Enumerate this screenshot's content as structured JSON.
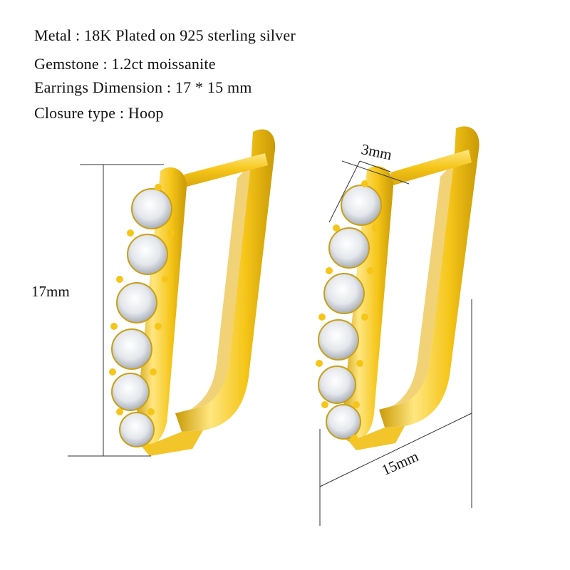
{
  "specs": {
    "metal": "Metal : 18K Plated on 925 sterling silver",
    "gemstone": "Gemstone : 1.2ct moissanite",
    "dimension": "Earrings Dimension : 17 * 15 mm",
    "closure": "Closure type : Hoop"
  },
  "dimensions": {
    "height_label": "17mm",
    "stone_label": "3mm",
    "width_label": "15mm"
  },
  "colors": {
    "gold_light": "#FFE680",
    "gold_mid": "#F5C518",
    "gold_dark": "#C99A06",
    "stone": "#ECEEF1",
    "stone_shade": "#B9BEC6",
    "line": "#333333"
  }
}
